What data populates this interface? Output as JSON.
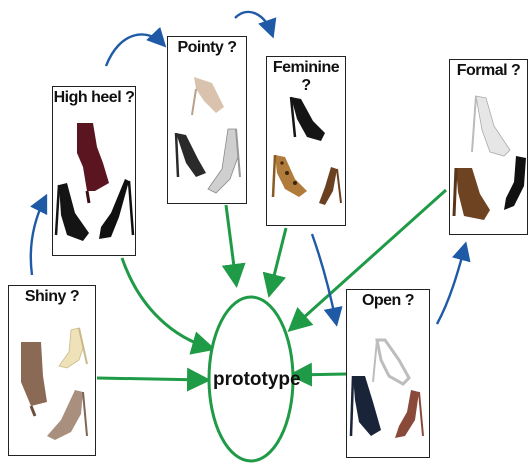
{
  "nodes": {
    "high_heel": {
      "title": "High heel ?"
    },
    "pointy": {
      "title": "Pointy ?"
    },
    "feminine": {
      "title": "Feminine ?"
    },
    "formal": {
      "title": "Formal ?"
    },
    "shiny": {
      "title": "Shiny ?"
    },
    "open": {
      "title": "Open ?"
    }
  },
  "center": {
    "label": "prototype"
  },
  "colors": {
    "green_arrow": "#1f9a46",
    "blue_arrow": "#1f5aa6",
    "card_border": "#222222"
  }
}
